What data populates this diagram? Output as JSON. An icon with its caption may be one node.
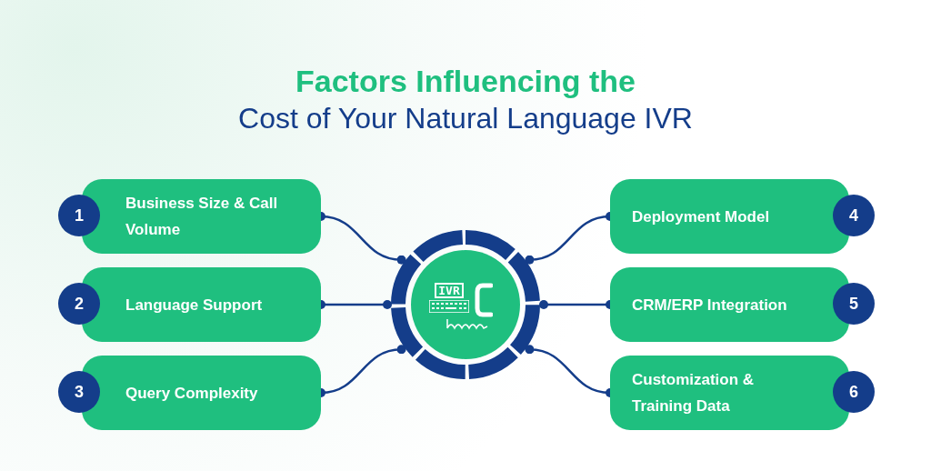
{
  "diagram": {
    "title": "Factors Influencing the",
    "nodes": [
      {
        "text": [
          "IVR"
        ]
      },
      {
        "text": [
          "1",
          "Business Size & Call Volume"
        ]
      },
      {
        "text": [
          "2",
          "Language Support"
        ]
      },
      {
        "text": [
          "3",
          "Query Complexity"
        ]
      },
      {
        "text": [
          "Deployment Model",
          "4"
        ]
      },
      {
        "text": [
          "CRM/ERP Integration",
          "5"
        ]
      },
      {
        "text": [
          "Customization & Training Data",
          "6"
        ]
      }
    ],
    "edges": [
      {
        "from": 1,
        "to": 0,
        "arrow": "other"
      },
      {
        "from": 2,
        "to": 0,
        "arrow": "other"
      },
      {
        "from": 3,
        "to": 0,
        "arrow": "other"
      },
      {
        "from": 4,
        "to": 0,
        "arrow": "other"
      },
      {
        "from": 5,
        "to": 0,
        "arrow": "other"
      },
      {
        "from": 6,
        "to": 0,
        "arrow": "other"
      }
    ],
    "labels": [
      "Cost of Your Natural Language IVR"
    ]
  }
}
